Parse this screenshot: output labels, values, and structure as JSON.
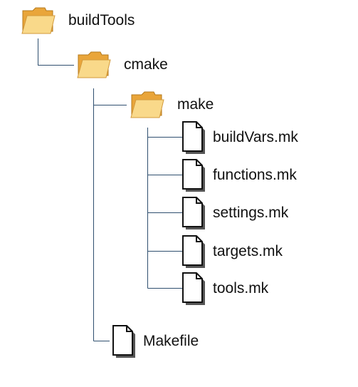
{
  "colors": {
    "connector": "#2f4f6f",
    "folder_back": "#e9a53a",
    "folder_front": "#f9d98a",
    "file_fill": "#ffffff",
    "file_stroke": "#111111"
  },
  "icons": {
    "folder": "folder-icon",
    "file": "file-icon"
  },
  "tree": {
    "root": {
      "name": "buildTools",
      "type": "folder",
      "children": [
        {
          "name": "cmake",
          "type": "folder",
          "children": [
            {
              "name": "make",
              "type": "folder",
              "children": [
                {
                  "name": "buildVars.mk",
                  "type": "file"
                },
                {
                  "name": "functions.mk",
                  "type": "file"
                },
                {
                  "name": "settings.mk",
                  "type": "file"
                },
                {
                  "name": "targets.mk",
                  "type": "file"
                },
                {
                  "name": "tools.mk",
                  "type": "file"
                }
              ]
            },
            {
              "name": "Makefile",
              "type": "file"
            }
          ]
        }
      ]
    }
  }
}
